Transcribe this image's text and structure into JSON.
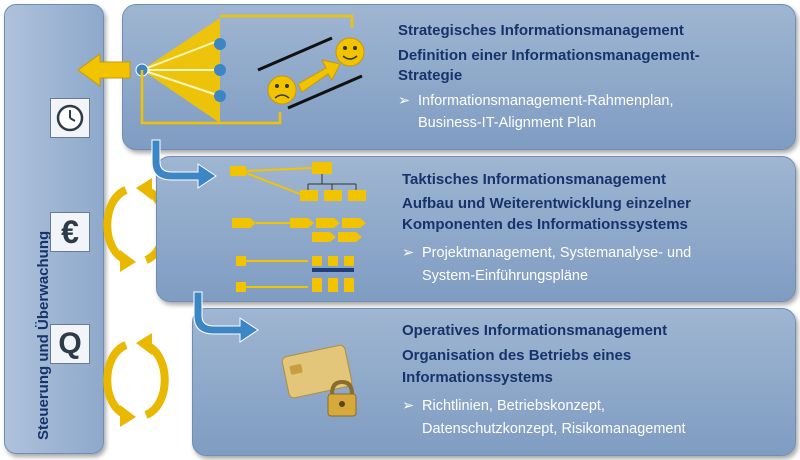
{
  "sidebar": {
    "label": "Steuerung und Überwachung",
    "icons": [
      "clock-icon",
      "euro-icon",
      "quality-q-icon"
    ],
    "euro_glyph": "€",
    "q_glyph": "Q"
  },
  "strategic": {
    "title": "Strategisches Informationsmanagement",
    "subtitle_line1": "Definition einer Informationsmanagement-",
    "subtitle_line2": "Strategie",
    "bullet_line1": "Informationsmanagement-Rahmenplan,",
    "bullet_line2": "Business-IT-Alignment Plan"
  },
  "tactical": {
    "title": "Taktisches Informationsmanagement",
    "subtitle_line1": "Aufbau und  Weiterentwicklung einzelner",
    "subtitle_line2": "Komponenten des Informationssystems",
    "bullet_line1": "Projektmanagement, Systemanalyse- und",
    "bullet_line2": "System-Einführungspläne"
  },
  "operative": {
    "title": "Operatives Informationsmanagement",
    "subtitle_line1": "Organisation des Betriebs eines",
    "subtitle_line2": "Informationssystems",
    "bullet_line1": "Richtlinien, Betriebskonzept,",
    "bullet_line2": "Datenschutzkonzept, Risikomanagement"
  },
  "bullet_marker": "➢",
  "colors": {
    "accent_gold": "#f2c400",
    "text_navy": "#16346b",
    "arrow_blue": "#3d86c6"
  }
}
